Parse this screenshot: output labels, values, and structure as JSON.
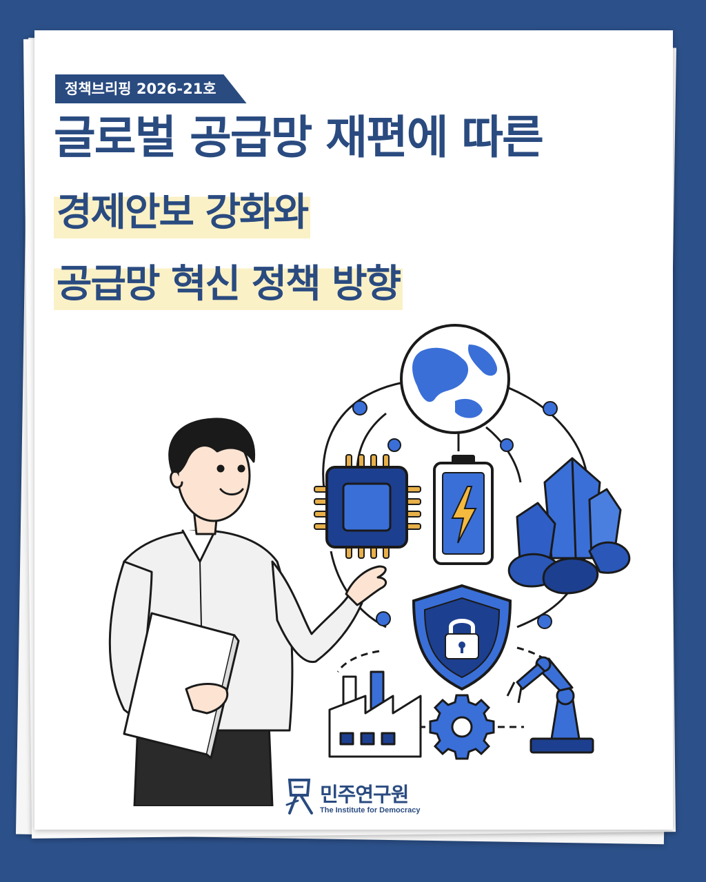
{
  "badge": {
    "text": "정책브리핑 2026-21호"
  },
  "title": {
    "line1": "글로벌 공급망 재편에 따른",
    "line2": "경제안보 강화와",
    "line3": "공급망 혁신 정책 방향"
  },
  "logo": {
    "name_kr": "민주연구원",
    "name_en": "The Institute for Democracy"
  },
  "colors": {
    "background": "#2c5089",
    "title": "#2a4b80",
    "highlight": "#fbf1c6",
    "accent_blue": "#3a6fd8"
  },
  "icons": [
    "globe-icon",
    "chip-icon",
    "battery-icon",
    "crystal-icon",
    "shield-lock-icon",
    "factory-icon",
    "gear-icon",
    "robot-arm-icon"
  ]
}
